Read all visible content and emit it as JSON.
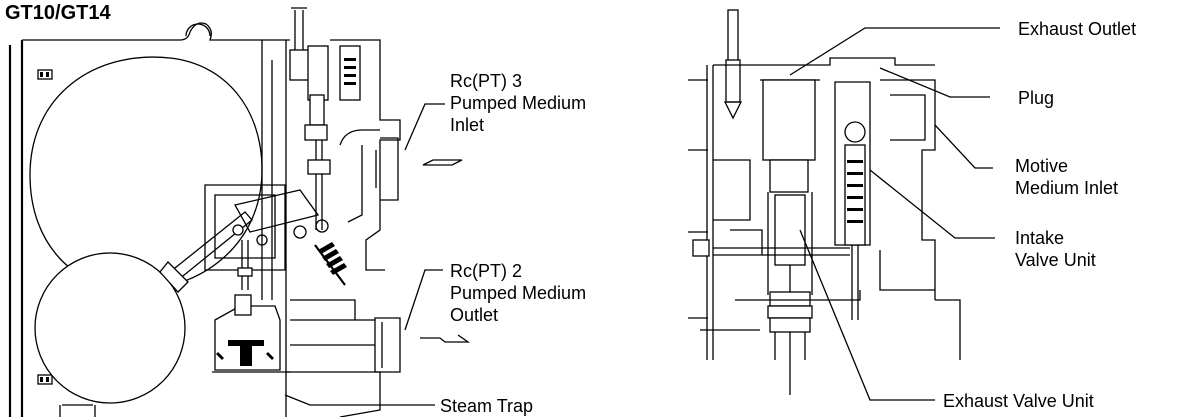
{
  "title": "GT10/GT14",
  "labels": {
    "inlet": [
      "Rc(PT) 3",
      "Pumped Medium",
      "Inlet"
    ],
    "outlet": [
      "Rc(PT) 2",
      "Pumped Medium",
      "Outlet"
    ],
    "steam_trap": "Steam Trap",
    "exhaust_outlet": "Exhaust Outlet",
    "plug": "Plug",
    "motive": [
      "Motive",
      "Medium Inlet"
    ],
    "intake": [
      "Intake",
      "Valve Unit"
    ],
    "exhaust_valve": "Exhaust Valve Unit"
  }
}
